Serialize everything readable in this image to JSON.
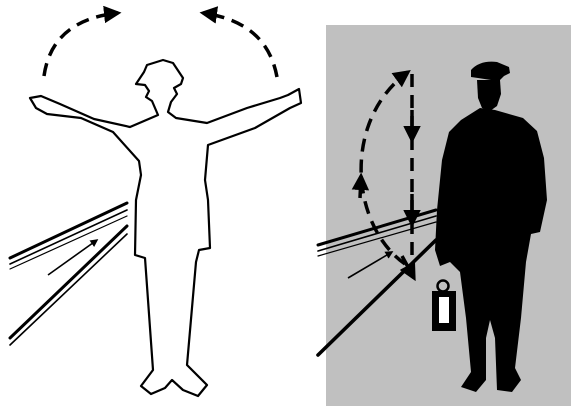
{
  "colors": {
    "background": "#ffffff",
    "ink": "#000000",
    "night_panel": "#c0c0c0"
  },
  "panels": [
    {
      "id": "day-signal",
      "depicts": "figure-with-both-arms-raised-outstretched",
      "motion": "arms-swung-upward-over-head",
      "icons": [
        "figure-outline",
        "curved-dashed-arrow-left",
        "curved-dashed-arrow-right",
        "track-rails",
        "direction-arrow"
      ]
    },
    {
      "id": "night-signal",
      "depicts": "silhouette-figure-holding-lantern",
      "motion": "lantern-raised-and-lowered-vertically",
      "icons": [
        "figure-silhouette",
        "lantern-icon",
        "dashed-loop-arrow",
        "dashed-vertical-arrow",
        "track-rails",
        "direction-arrow"
      ]
    }
  ]
}
